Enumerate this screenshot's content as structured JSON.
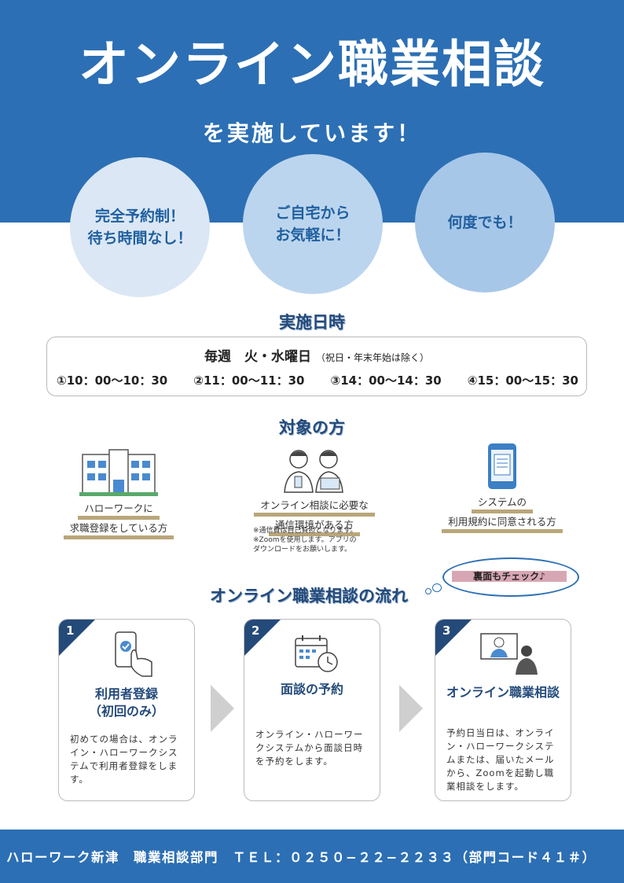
{
  "header": {
    "title": "オンライン職業相談",
    "subtitle": "を実施しています！",
    "circles": [
      "完全予約制！\n待ち時間なし！",
      "ご自宅から\nお気軽に！",
      "何度でも！"
    ]
  },
  "schedule": {
    "heading": "実施日時",
    "days": "毎週　火・水曜日",
    "days_note": "（祝日・年末年始は除く）",
    "slots": [
      "①10：00〜10：30",
      "②11：00〜11：30",
      "③14：00〜14：30",
      "④15：00〜15：30"
    ]
  },
  "target": {
    "heading": "対象の方",
    "items": [
      {
        "line1": "ハローワークに",
        "line2": "求職登録をしている方"
      },
      {
        "line1": "オンライン相談に必要な",
        "line2": "通信環境がある方"
      },
      {
        "line1": "システムの",
        "line2": "利用規約に同意される方"
      }
    ],
    "note": "※通信費は自己負担となります。\n※Zoomを使用します。アプリの\nダウンロードをお願いします。"
  },
  "flow": {
    "heading": "オンライン職業相談の流れ",
    "callout": "裏面もチェック♪",
    "steps": [
      {
        "num": "1",
        "title": "利用者登録\n（初回のみ）",
        "desc": "初めての場合は、オンライン・ハローワークシステムで利用者登録をします。"
      },
      {
        "num": "2",
        "title": "面談の予約",
        "desc": "オンライン・ハローワークシステムから面談日時を予約をします。"
      },
      {
        "num": "3",
        "title": "オンライン職業相談",
        "desc": "予約日当日は、オンライン・ハローワークシステムまたは、届いたメールから、Zoomを起動し職業相談をします。"
      }
    ]
  },
  "footer": {
    "text": "ハローワーク新津　職業相談部門　ＴＥＬ：０２５０−２２−２２３３（部門コード４１＃）"
  },
  "colors": {
    "primary": "#2c6fb4",
    "navy": "#244a7a",
    "accent_line": "#b9a67a",
    "callout": "#d7a6b4"
  }
}
